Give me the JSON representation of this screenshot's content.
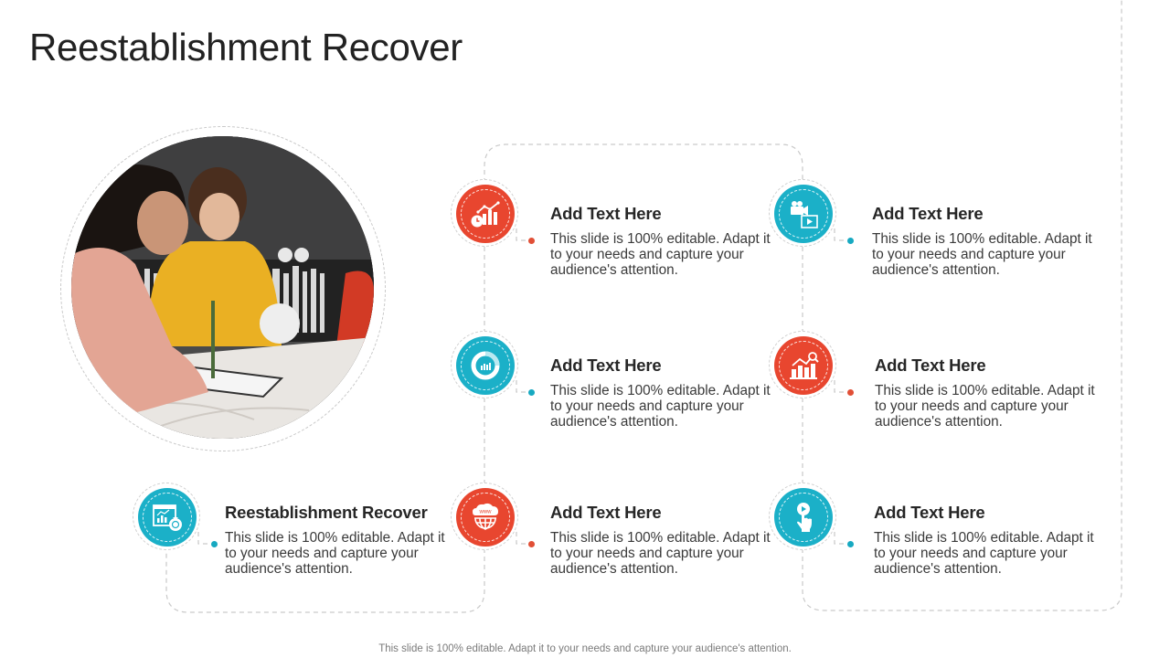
{
  "slide": {
    "title": "Reestablishment Recover",
    "footer_note": "This slide is 100% editable. Adapt it to your needs and capture your audience's attention."
  },
  "colors": {
    "red": "#e8462f",
    "teal": "#1bb0c8",
    "text_dark": "#262626",
    "dashed_line": "#c8c8c8"
  },
  "photo": {
    "description": "Two people working at a table with a notepad, pencil and charts, bookshelf in background",
    "icon": "photo-image"
  },
  "items": [
    {
      "icon": "chart-clock-icon",
      "color": "red",
      "heading": "Add Text Here",
      "body": "This slide is 100% editable. Adapt it to your needs and capture your audience's attention."
    },
    {
      "icon": "video-camera-play-icon",
      "color": "teal",
      "heading": "Add Text Here",
      "body": "This slide is 100% editable. Adapt it to your needs and capture your audience's attention."
    },
    {
      "icon": "donut-chart-icon",
      "color": "teal",
      "heading": "Add Text Here",
      "body": "This slide is 100% editable. Adapt it to your needs and capture your audience's attention."
    },
    {
      "icon": "growth-chart-search-icon",
      "color": "red",
      "heading": "Add Text Here",
      "body": "This slide is 100% editable. Adapt it to your needs and capture your audience's attention."
    },
    {
      "icon": "calendar-money-bag-icon",
      "color": "teal",
      "heading": "Reestablishment Recover",
      "body": "This slide is 100% editable. Adapt it to your needs and capture your audience's attention."
    },
    {
      "icon": "www-cloud-globe-icon",
      "color": "red",
      "heading": "Add Text Here",
      "body": "This slide is 100% editable. Adapt it to your needs and capture your audience's attention."
    },
    {
      "icon": "play-touch-hand-icon",
      "color": "teal",
      "heading": "Add Text Here",
      "body": "This slide is 100% editable. Adapt it to your needs and capture your audience's attention."
    }
  ]
}
